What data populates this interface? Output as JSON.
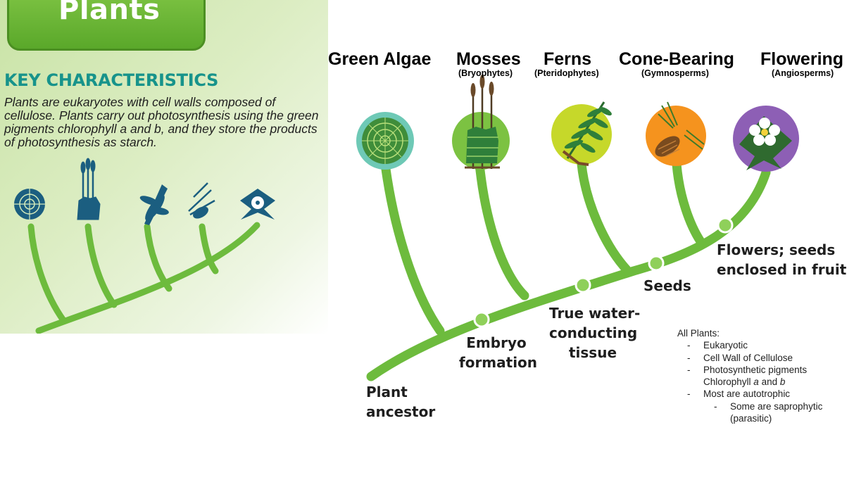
{
  "panel": {
    "title": "Plants",
    "heading": "KEY CHARACTERISTICS",
    "body": "Plants are eukaryotes with cell walls composed of cellulose. Plants carry out photosynthesis using the green pigments chlorophyll a and b, and they store the products of photosynthesis as starch."
  },
  "groups": [
    {
      "name": "Green Algae",
      "sub": ""
    },
    {
      "name": "Mosses",
      "sub": "(Bryophytes)"
    },
    {
      "name": "Ferns",
      "sub": "(Pteridophytes)"
    },
    {
      "name": "Cone-Bearing",
      "sub": "(Gymnosperms)"
    },
    {
      "name": "Flowering",
      "sub": "(Angiosperms)"
    }
  ],
  "traits": {
    "ancestor": [
      "Plant",
      "ancestor"
    ],
    "embryo": [
      "Embryo",
      "formation"
    ],
    "water": [
      "True water-",
      "conducting",
      "tissue"
    ],
    "seeds": [
      "Seeds"
    ],
    "flowers": [
      "Flowers; seeds",
      "enclosed in fruit"
    ]
  },
  "notes": {
    "title": "All Plants:",
    "items": [
      {
        "marker": "-",
        "lines": [
          "Eukaryotic"
        ]
      },
      {
        "marker": "-",
        "lines": [
          "Cell Wall of Cellulose"
        ]
      },
      {
        "marker": "-",
        "lines": [
          "Photosynthetic pigments",
          "Chlorophyll a and b"
        ]
      },
      {
        "marker": "-",
        "lines": [
          "Most are autotrophic"
        ]
      }
    ],
    "subitems": [
      {
        "marker": "-",
        "lines": [
          "Some are saprophytic",
          "(parasitic)"
        ]
      }
    ]
  },
  "colors": {
    "branch": "#6dbb3d",
    "node": "#8fd05a",
    "algae": "#6ec9b6",
    "mosses": "#7cc242",
    "ferns": "#c6d82a",
    "cones": "#f5931e",
    "flowers": "#8d5fb5",
    "silhouette": "#1b5e80"
  },
  "icons": [
    "algae-disc-icon",
    "moss-icon",
    "fern-icon",
    "pine-cone-icon",
    "flower-icon"
  ]
}
